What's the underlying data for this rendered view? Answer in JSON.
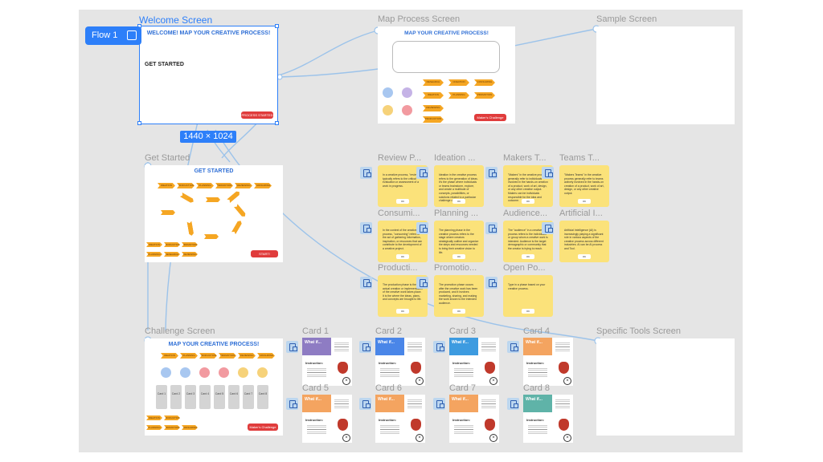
{
  "flow_badge": {
    "label": "Flow 1"
  },
  "dimension_badge": {
    "label": "1440 × 1024"
  },
  "frames": {
    "welcome": {
      "label": "Welcome Screen",
      "title": "WELCOME! MAP YOUR CREATIVE PROCESS!",
      "get_started": "GET STARTED",
      "button": "PROCESS STARTED"
    },
    "map_process": {
      "label": "Map Process Screen",
      "title": "MAP YOUR CREATIVE PROCESS!",
      "button": "Maker's Challenge",
      "steps": [
        "RESEARCH",
        "CREATION",
        "CONSUMING",
        "IDEATION",
        "PLANNING",
        "PROMOTION",
        "REVIEWING",
        "PRODUCTION"
      ]
    },
    "sample": {
      "label": "Sample Screen"
    },
    "get_started": {
      "label": "Get Started",
      "title": "GET STARTED",
      "button": "START!",
      "top_steps": [
        "IDEATION",
        "PRODUCTION",
        "PLANNING",
        "PROMOTION",
        "REVIEWING",
        "CONSUMING"
      ],
      "bottom_steps": [
        "IDEATION",
        "PRODUCTION",
        "PROMOTION",
        "PLANNING",
        "RESEARCH",
        "REVIEWING"
      ]
    },
    "challenge": {
      "label": "Challenge Screen",
      "title": "MAP YOUR CREATIVE PROCESS!",
      "button": "Maker's Challenge",
      "steps": [
        "IDEATION",
        "PLANNING",
        "PRODUCTION",
        "PROMOTION",
        "REVIEWING",
        "CONSUMING"
      ],
      "cards": [
        "Card 1",
        "Card 2",
        "Card 3",
        "Card 4",
        "Card 5",
        "Card 6",
        "Card 7",
        "Card 8"
      ],
      "bottom_steps": [
        "IDEATION",
        "PRODUCTION",
        "PLANNING",
        "PROMOTION",
        "CONSUMING"
      ]
    },
    "specific_tools": {
      "label": "Specific Tools Screen"
    }
  },
  "popups": [
    {
      "label": "Review P...",
      "text": "In a creative process, \"reviewing\" typically refers to the critical evaluation or assessment of a work in progress.",
      "ok": "OK"
    },
    {
      "label": "Ideation ...",
      "text": "Ideation in the creative process refers to the generation of ideas. It's the phase where individuals or teams brainstorm, explore, and create a multitude of concepts, possibilities, or solutions related to a particular challenge or goal.",
      "ok": "OK"
    },
    {
      "label": "Makers T...",
      "text": "\"Makers\" in the creative process generally refer to individuals involved in the hands-on creation of a product, work of art, design, or any other creative output. Makers can be individuals responsible for the idea and outcome.",
      "ok": "OK"
    },
    {
      "label": "Teams T...",
      "text": "\"Makers Teams\" in the creative process generally refer to teams actively involved in the hands-on creation of a product, work of art, design, or any other creative output.",
      "ok": "OK"
    },
    {
      "label": "Consumi...",
      "text": "In the context of the creative process, \"consuming\" refers to the act of gathering information, inspiration, or resources that can contribute to the development of a creative project.",
      "ok": "OK"
    },
    {
      "label": "Planning ...",
      "text": "The planning phase in the creative process refers to the stage where creators strategically outline and organize the steps and resources needed to bring their creative vision to life.",
      "ok": "OK"
    },
    {
      "label": "Audience...",
      "text": "The \"audience\" in a creative process refers to the individuals or group whom a creative work is intended. Audience is the target demographic or community that the creator is trying to reach.",
      "ok": "OK"
    },
    {
      "label": "Artificial I...",
      "text": "Artificial Intelligence (AI) is increasingly playing a significant role in various aspects of the creative process across different industries. AI can be AI process and Tool.",
      "ok": "OK"
    },
    {
      "label": "Producti...",
      "text": "The production phase is the actual creation or implementation of the creative work takes place. It is the where the ideas, plans, and concepts are brought to life.",
      "ok": "OK"
    },
    {
      "label": "Promotio...",
      "text": "The promotion phase occurs after the creative work has been produced, and it involves marketing, sharing, and making the work known to the intended audience.",
      "ok": "OK"
    },
    {
      "label": "Open Po...",
      "text": "Type in a phase based on your creative process.",
      "ok": "OK"
    }
  ],
  "cards": [
    {
      "label": "Card 1",
      "what_if": "What if...",
      "instruction": "Instruction:",
      "color": "#8e7cc3"
    },
    {
      "label": "Card 2",
      "what_if": "What if...",
      "instruction": "Instruction:",
      "color": "#4a86e8"
    },
    {
      "label": "Card 3",
      "what_if": "What if...",
      "instruction": "Instruction:",
      "color": "#3d9be0"
    },
    {
      "label": "Card 4",
      "what_if": "What if...",
      "instruction": "Instruction:",
      "color": "#f4a460"
    },
    {
      "label": "Card 5",
      "what_if": "What if...",
      "instruction": "Instruction:",
      "color": "#f4a460"
    },
    {
      "label": "Card 6",
      "what_if": "What if...",
      "instruction": "Instruction:",
      "color": "#f4a460"
    },
    {
      "label": "Card 7",
      "what_if": "What if...",
      "instruction": "Instruction:",
      "color": "#f4a460"
    },
    {
      "label": "Card 8",
      "what_if": "What if...",
      "instruction": "Instruction:",
      "color": "#5fb3a8"
    }
  ],
  "colors": {
    "canvas": "#e5e5e5",
    "selection": "#2d7ff9",
    "accent_orange": "#f5a623",
    "popup_yellow": "#fbe27a",
    "red_button": "#e03c3c",
    "title_blue": "#2f6fd6"
  }
}
